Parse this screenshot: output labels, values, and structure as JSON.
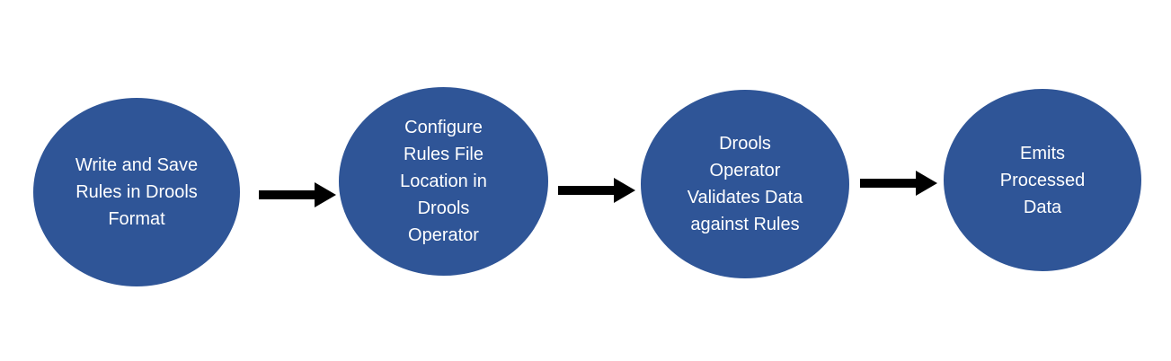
{
  "colors": {
    "node_fill": "#2f5597",
    "node_stroke": "#ffffff",
    "node_text": "#ffffff",
    "arrow": "#000000"
  },
  "nodes": [
    {
      "label": "Write and Save\nRules in Drools\nFormat"
    },
    {
      "label": "Configure\nRules File\nLocation in\nDrools\nOperator"
    },
    {
      "label": "Drools\nOperator\nValidates Data\nagainst Rules"
    },
    {
      "label": "Emits\nProcessed\nData"
    }
  ],
  "edges": [
    {
      "from": 0,
      "to": 1
    },
    {
      "from": 1,
      "to": 2
    },
    {
      "from": 2,
      "to": 3
    }
  ]
}
